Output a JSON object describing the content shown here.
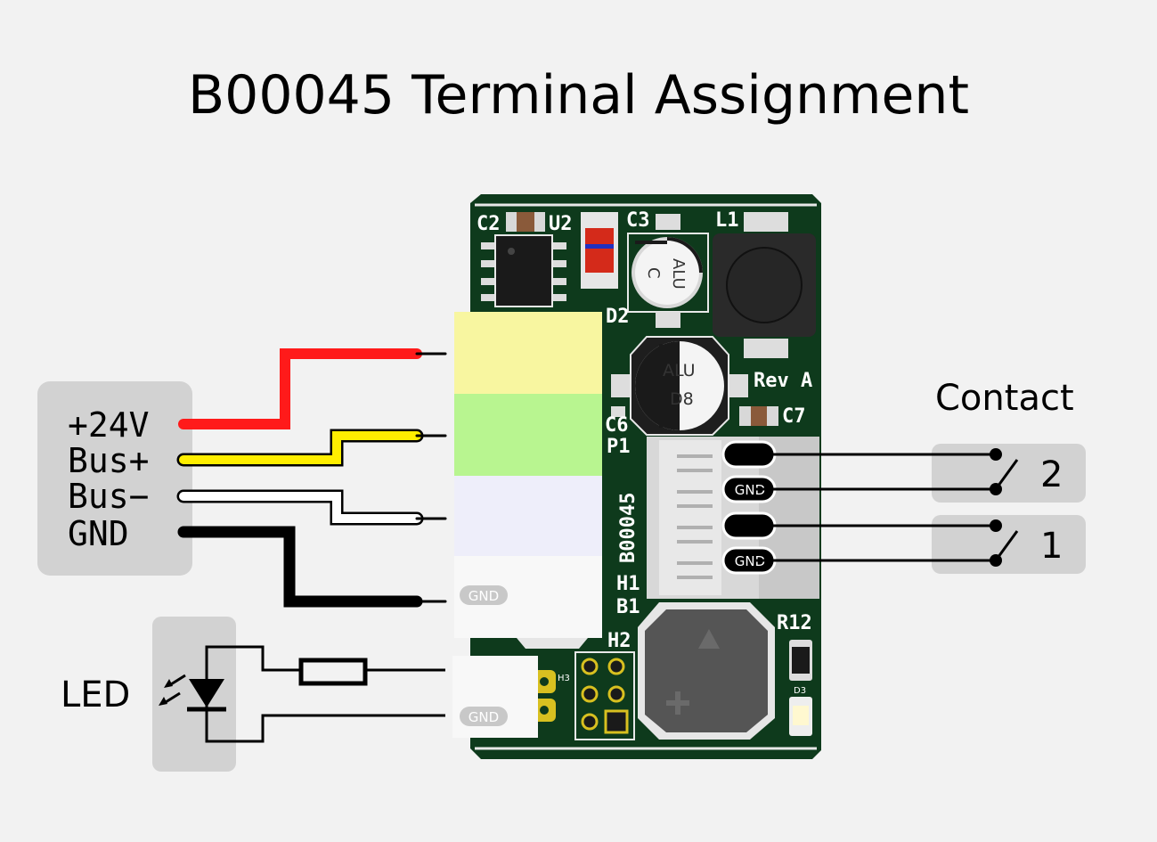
{
  "title": "B00045 Terminal Assignment",
  "power_labels": [
    "+24V",
    "Bus+",
    "Bus−",
    "GND"
  ],
  "contact_title": "Contact",
  "contacts": [
    "2",
    "1"
  ],
  "led_label": "LED",
  "gnd_tag": "GND",
  "board": {
    "ref_C2": "C2",
    "ref_U2": "U2",
    "ref_C3": "C3",
    "ref_L1": "L1",
    "ref_D2": "D2",
    "ref_D8": "D8",
    "alu": "ALU",
    "cap_mark": "C",
    "rev": "Rev A",
    "ref_C6": "C6",
    "ref_C7": "C7",
    "ref_P1": "P1",
    "board_name": "B00045",
    "ref_H1": "H1",
    "ref_B1": "B1",
    "ref_H2": "H2",
    "ref_H3": "H3",
    "ref_R12": "R12",
    "ref_D3": "D3"
  },
  "colors": {
    "wire_24v": "#ff1a1a",
    "wire_busp": "#ffee00",
    "wire_busm": "#ffffff",
    "wire_gnd": "#000000",
    "pcb": "#0e3a1c",
    "terminal_24v": "#f8f6a0",
    "terminal_busp": "#b8f590",
    "terminal_busm": "#eeeefa",
    "terminal_gnd": "#f8f8f8",
    "label_box": "#d2d2d2"
  }
}
